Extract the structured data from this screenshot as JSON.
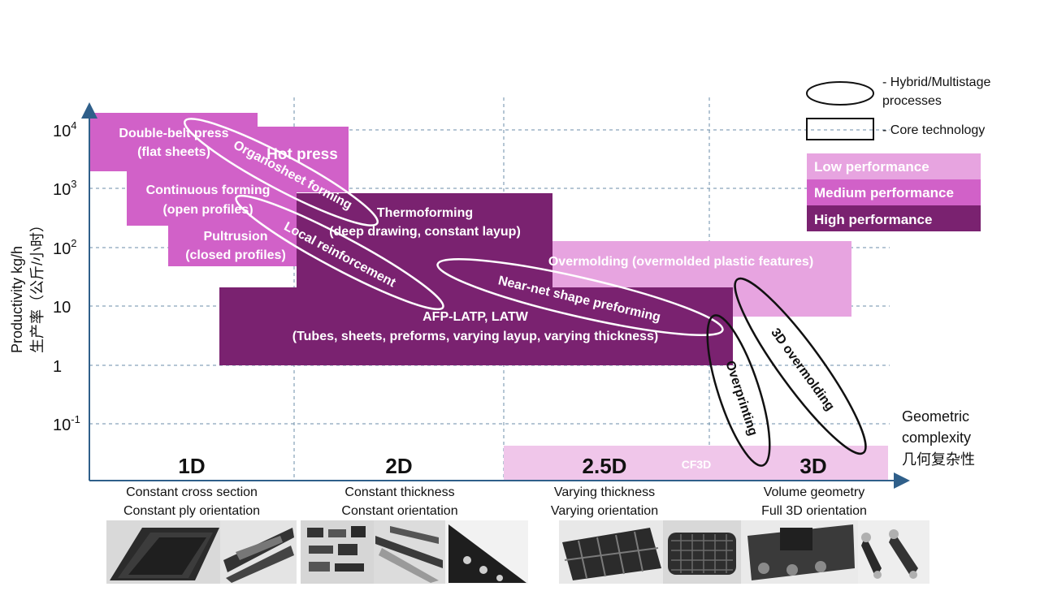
{
  "y_axis": {
    "label_en": "Productivity kg/h",
    "label_zh": "生产率（公斤/小时）",
    "ticks": [
      {
        "base": "10",
        "exp": "4"
      },
      {
        "base": "10",
        "exp": "3"
      },
      {
        "base": "10",
        "exp": "2"
      },
      {
        "base": "10",
        "exp": ""
      },
      {
        "base": "1",
        "exp": ""
      },
      {
        "base": "10",
        "exp": "-1"
      }
    ]
  },
  "x_axis": {
    "label_line1": "Geometric",
    "label_line2": "complexity",
    "label_zh": "几何复杂性"
  },
  "columns": [
    {
      "title": "1D",
      "desc1": "Constant cross section",
      "desc2": "Constant ply orientation"
    },
    {
      "title": "2D",
      "desc1": "Constant thickness",
      "desc2": "Constant orientation"
    },
    {
      "title": "2.5D",
      "desc1": "Varying thickness",
      "desc2": "Varying orientation"
    },
    {
      "title": "3D",
      "desc1": "Volume geometry",
      "desc2": "Full 3D orientation"
    }
  ],
  "processes": {
    "double_belt_1": "Double-belt press",
    "double_belt_2": "(flat sheets)",
    "hot_press": "Hot press",
    "continuous_1": "Continuous forming",
    "continuous_2": "(open profiles)",
    "pultrusion_1": "Pultrusion",
    "pultrusion_2": "(closed profiles)",
    "thermoforming_1": "Thermoforming",
    "thermoforming_2": "(deep drawing, constant layup)",
    "overmolding": "Overmolding (overmolded plastic features)",
    "afp_1": "AFP-LATP, LATW",
    "afp_2": "(Tubes, sheets, preforms, varying layup, varying thickness)",
    "cf3d": "CF3D"
  },
  "hybrids": {
    "organosheet": "Organosheet forming",
    "local_reinforcement": "Local reinforcement",
    "near_net": "Near-net shape preforming",
    "overprinting": "Overprinting",
    "overmolding_3d": "3D overmolding"
  },
  "legend": {
    "hybrid": "- Hybrid/Multistage",
    "hybrid_2": "processes",
    "core": "- Core technology",
    "low": "Low performance",
    "medium": "Medium performance",
    "high": "High performance"
  },
  "colors": {
    "low": "#e7a4e0",
    "medium": "#d161c8",
    "high": "#7a2270",
    "cf3d": "#f0c6ea",
    "axis": "#2f5f8a",
    "grid": "#6b8ea8"
  },
  "photos": [
    {
      "name": "flat-sheets-photo"
    },
    {
      "name": "profiles-photo"
    },
    {
      "name": "small-parts-photo"
    },
    {
      "name": "long-profiles-photo"
    },
    {
      "name": "triangle-bracket-photo"
    },
    {
      "name": "ribbed-panel-photo"
    },
    {
      "name": "lattice-part-photo"
    },
    {
      "name": "overmolded-shell-photo"
    },
    {
      "name": "brackets-photo"
    }
  ]
}
